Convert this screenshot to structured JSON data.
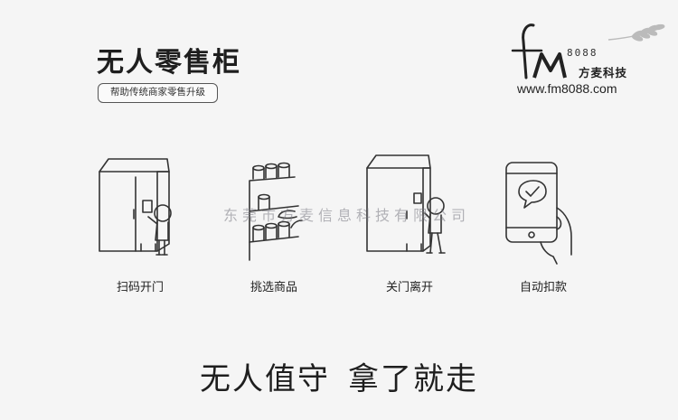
{
  "header": {
    "title": "无人零售柜",
    "subtitle": "帮助传统商家零售升级"
  },
  "logo": {
    "code": "8088",
    "name": "方麦科技",
    "url": "www.fm8088.com",
    "icon": "wheat-icon"
  },
  "steps": [
    {
      "label": "扫码开门",
      "icon": "scan-qr-open-door-icon"
    },
    {
      "label": "挑选商品",
      "icon": "pick-goods-icon"
    },
    {
      "label": "关门离开",
      "icon": "close-door-leave-icon"
    },
    {
      "label": "自动扣款",
      "icon": "phone-payment-icon"
    }
  ],
  "watermark": "东莞市方麦信息科技有限公司",
  "slogan": {
    "part1": "无人值守",
    "part2": "拿了就走"
  }
}
